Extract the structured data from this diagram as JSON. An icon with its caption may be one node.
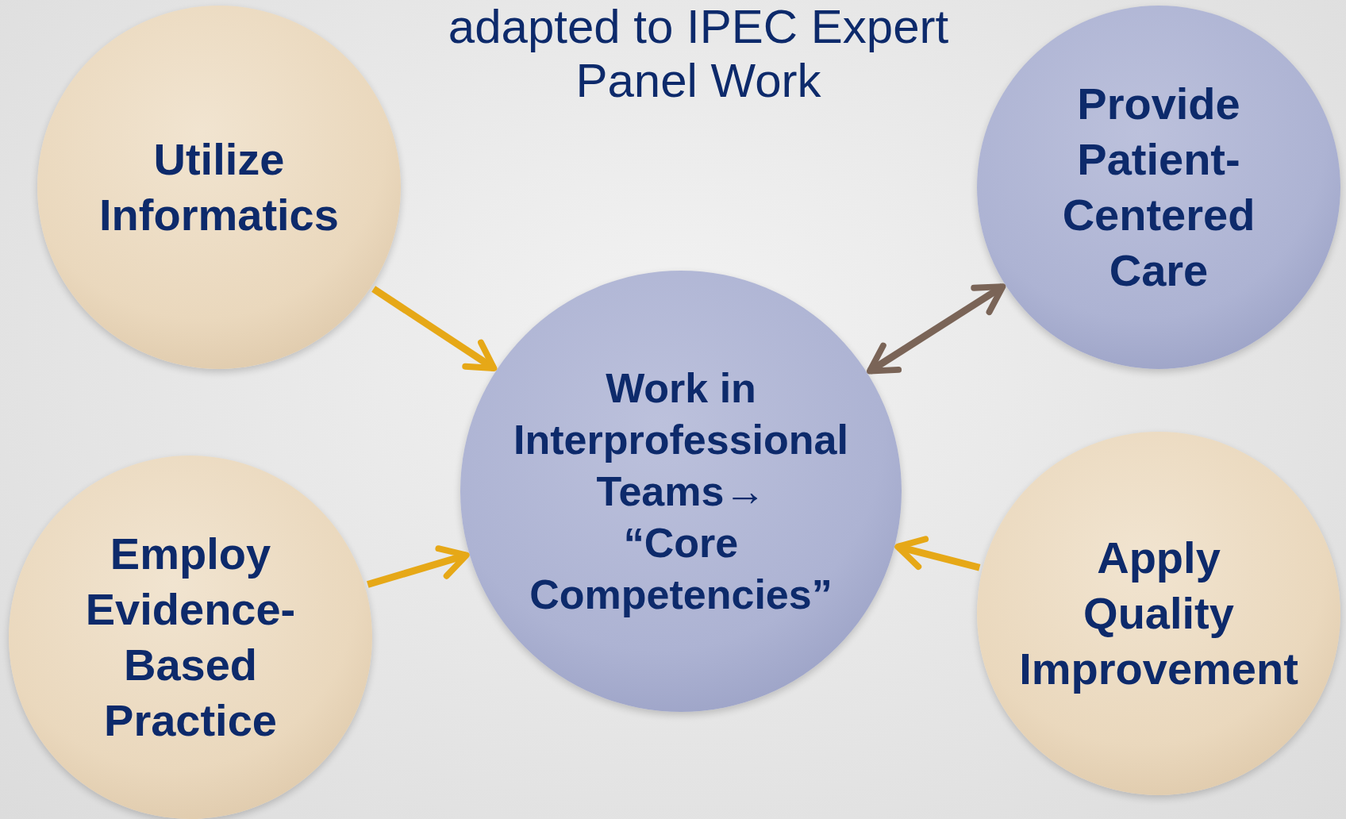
{
  "diagram": {
    "title": "adapted to IPEC Expert Panel Work",
    "nodes": [
      {
        "text": [
          "Utilize Informatics"
        ]
      },
      {
        "text": [
          "Provide Patient-Centered Care"
        ]
      },
      {
        "text": [
          "Work in Interprofessional Teams→",
          "“Core Competencies”"
        ]
      },
      {
        "text": [
          "Employ Evidence-Based Practice"
        ]
      },
      {
        "text": [
          "Apply Quality Improvement"
        ]
      }
    ],
    "edges": [
      {
        "from": 0,
        "to": 2,
        "arrow": "to"
      },
      {
        "from": 2,
        "to": 1,
        "arrow": "both",
        "color": "#7a6457"
      },
      {
        "from": 3,
        "to": 2,
        "arrow": "to"
      },
      {
        "from": 4,
        "to": 2,
        "arrow": "to"
      }
    ]
  }
}
